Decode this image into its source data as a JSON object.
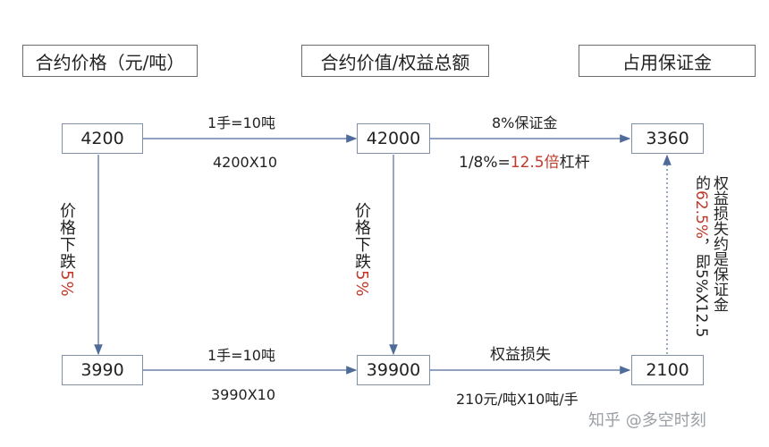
{
  "headers": {
    "price": "合约价格（元/吨）",
    "value": "合约价值/权益总额",
    "margin": "占用保证金"
  },
  "nodes": {
    "price_top": "4200",
    "value_top": "42000",
    "margin_top": "3360",
    "price_bottom": "3990",
    "value_bottom": "39900",
    "margin_bottom": "2100"
  },
  "labels": {
    "top_left_above": "1手=10吨",
    "top_left_below": "4200X10",
    "top_right_above": "8%保证金",
    "top_right_below_prefix": "1/8%=",
    "top_right_below_red": "12.5倍",
    "top_right_below_suffix": "杠杆",
    "bottom_left_above": "1手=10吨",
    "bottom_left_below": "3990X10",
    "bottom_right_above": "权益损失",
    "bottom_right_below": "210元/吨X10吨/手"
  },
  "vertical": {
    "left_text": "价格下跌",
    "left_red": "5%",
    "middle_text": "价格下跌",
    "middle_red": "5%",
    "right_col1": "权益损失约是保证金",
    "right_col2_prefix": "的",
    "right_col2_red": "62.5%",
    "right_col2_suffix": "，即5%X12.5"
  },
  "watermark": "知乎 @多空时刻",
  "colors": {
    "accent_red": "#c0392b",
    "arrow": "#4f6b9a",
    "node_border": "#7f8fa8"
  }
}
